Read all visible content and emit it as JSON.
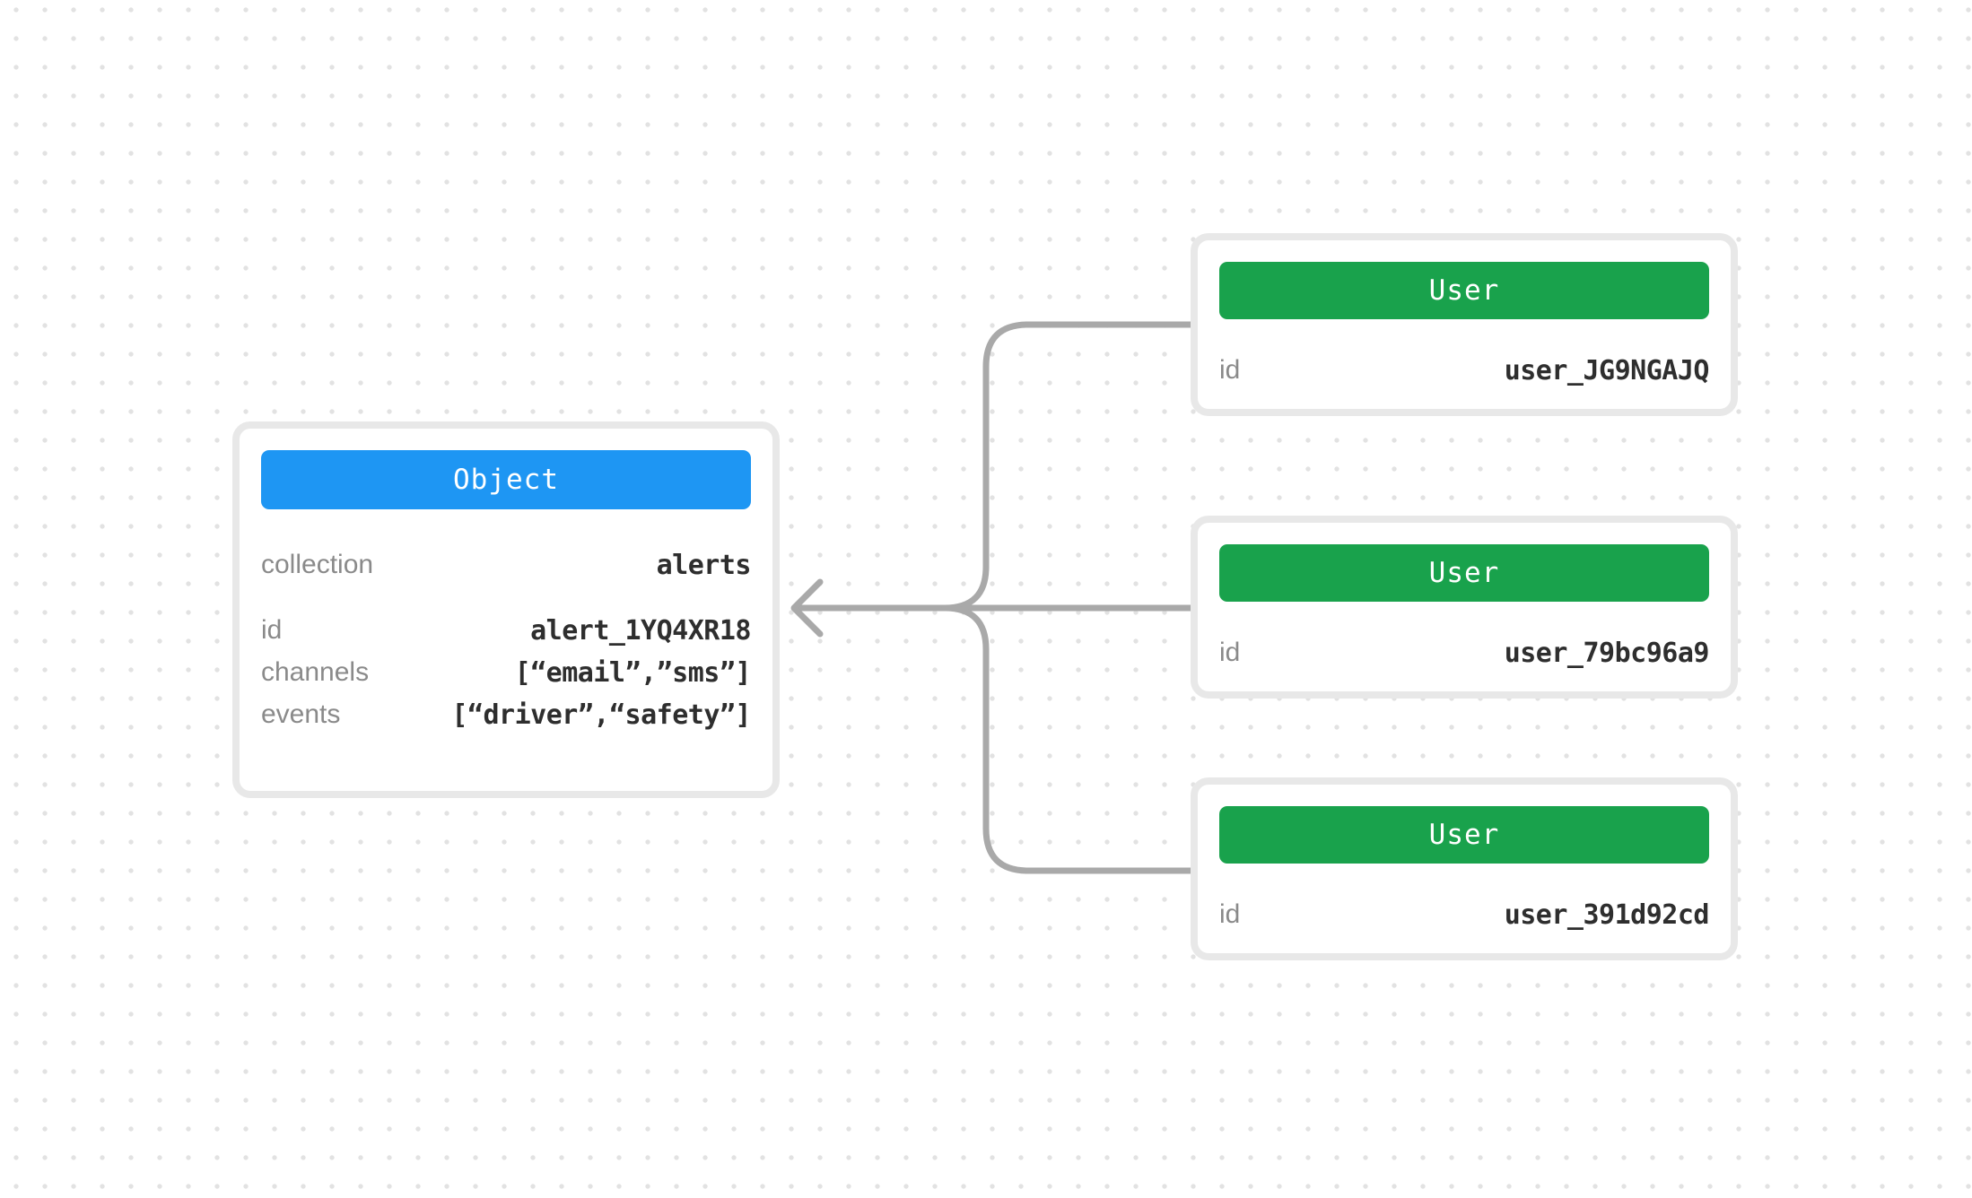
{
  "canvas": {
    "background_color": "#ffffff",
    "dot_color": "#e2e2e2",
    "connector_color": "#a9a9a9"
  },
  "object_node": {
    "header": "Object",
    "header_color": "#1e96f3",
    "fields_primary": [
      {
        "label": "collection",
        "value": "alerts"
      }
    ],
    "fields": [
      {
        "label": "id",
        "value": "alert_1YQ4XR18"
      },
      {
        "label": "channels",
        "value": "[“email”,”sms”]"
      },
      {
        "label": "events",
        "value": "[“driver”,“safety”]"
      }
    ]
  },
  "user_nodes": [
    {
      "header": "User",
      "header_color": "#19a24c",
      "fields": [
        {
          "label": "id",
          "value": "user_JG9NGAJQ"
        }
      ]
    },
    {
      "header": "User",
      "header_color": "#19a24c",
      "fields": [
        {
          "label": "id",
          "value": "user_79bc96a9"
        }
      ]
    },
    {
      "header": "User",
      "header_color": "#19a24c",
      "fields": [
        {
          "label": "id",
          "value": "user_391d92cd"
        }
      ]
    }
  ],
  "relationship": {
    "direction": "users-to-object",
    "arrow": "left"
  }
}
